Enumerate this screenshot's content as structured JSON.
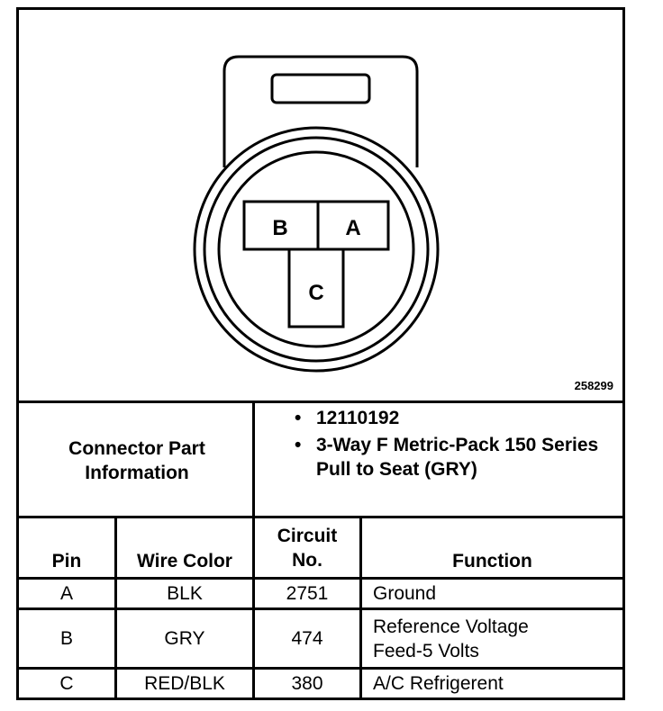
{
  "figure_id": "258299",
  "connector": {
    "pins": [
      "B",
      "A",
      "C"
    ]
  },
  "info": {
    "title": "Connector Part Information",
    "items": [
      "12110192",
      "3-Way F Metric-Pack 150 Series Pull to Seat (GRY)"
    ]
  },
  "table": {
    "headers": {
      "pin": "Pin",
      "wire_color": "Wire Color",
      "circuit": "Circuit No.",
      "function": "Function"
    },
    "rows": [
      {
        "pin": "A",
        "wire_color": "BLK",
        "circuit": "2751",
        "function": "Ground"
      },
      {
        "pin": "B",
        "wire_color": "GRY",
        "circuit": "474",
        "function": "Reference Voltage Feed-5 Volts"
      },
      {
        "pin": "C",
        "wire_color": "RED/BLK",
        "circuit": "380",
        "function": "A/C Refrigerent"
      }
    ]
  }
}
